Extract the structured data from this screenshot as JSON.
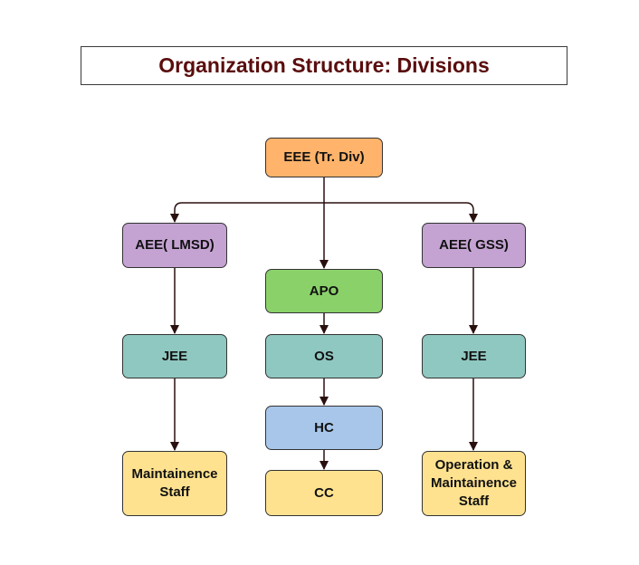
{
  "title": "Organization Structure: Divisions",
  "colors": {
    "title_text": "#5a0d0d",
    "orange": "#ffb36b",
    "purple": "#c4a3d2",
    "green": "#8bd16a",
    "teal": "#8fc8c0",
    "blue": "#a7c6ea",
    "yellow": "#ffe28f",
    "edge": "#2a0f0f"
  },
  "nodes": {
    "eee": "EEE (Tr. Div)",
    "aee_lmsd": "AEE( LMSD)",
    "aee_gss": "AEE( GSS)",
    "apo": "APO",
    "jee_left": "JEE",
    "os": "OS",
    "jee_right": "JEE",
    "hc": "HC",
    "maint_staff": "Maintainence\nStaff",
    "cc": "CC",
    "om_staff": "Operation &\nMaintainence\nStaff"
  }
}
